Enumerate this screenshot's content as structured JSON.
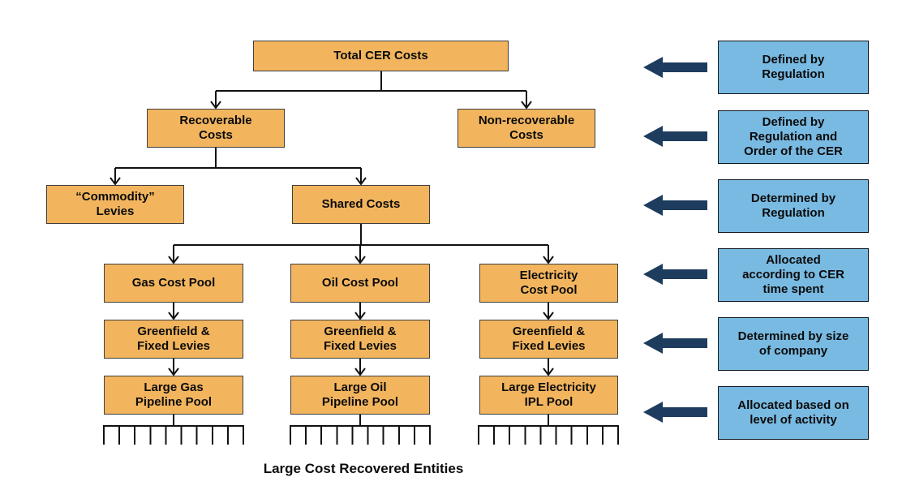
{
  "colors": {
    "node_fill": "#F2B55E",
    "node_border": "#3e3e3e",
    "note_fill": "#79BAE2",
    "note_border": "#10181f",
    "arrow_fill": "#1E3D5E",
    "line": "#111111"
  },
  "tree": {
    "nodes": {
      "total": {
        "label": "Total CER Costs"
      },
      "recoverable": {
        "label": "Recoverable\nCosts"
      },
      "nonrecoverable": {
        "label": "Non-recoverable\nCosts"
      },
      "commodity": {
        "label": "“Commodity”\nLevies"
      },
      "shared": {
        "label": "Shared Costs"
      },
      "gas_pool": {
        "label": "Gas Cost Pool"
      },
      "oil_pool": {
        "label": "Oil Cost Pool"
      },
      "electricity_pool": {
        "label": "Electricity\nCost Pool"
      },
      "greenfield_gas": {
        "label": "Greenfield &\nFixed Levies"
      },
      "greenfield_oil": {
        "label": "Greenfield &\nFixed Levies"
      },
      "greenfield_electricity": {
        "label": "Greenfield &\nFixed Levies"
      },
      "large_gas": {
        "label": "Large Gas\nPipeline Pool"
      },
      "large_oil": {
        "label": "Large Oil\nPipeline Pool"
      },
      "large_electricity": {
        "label": "Large Electricity\nIPL Pool"
      }
    },
    "caption": "Large Cost Recovered Entities"
  },
  "notes": [
    {
      "label": "Defined by\nRegulation"
    },
    {
      "label": "Defined by\nRegulation and\nOrder of the CER"
    },
    {
      "label": "Determined by\nRegulation"
    },
    {
      "label": "Allocated\naccording to CER\ntime spent"
    },
    {
      "label": "Determined by size\nof company"
    },
    {
      "label": "Allocated based on\nlevel of activity"
    }
  ]
}
